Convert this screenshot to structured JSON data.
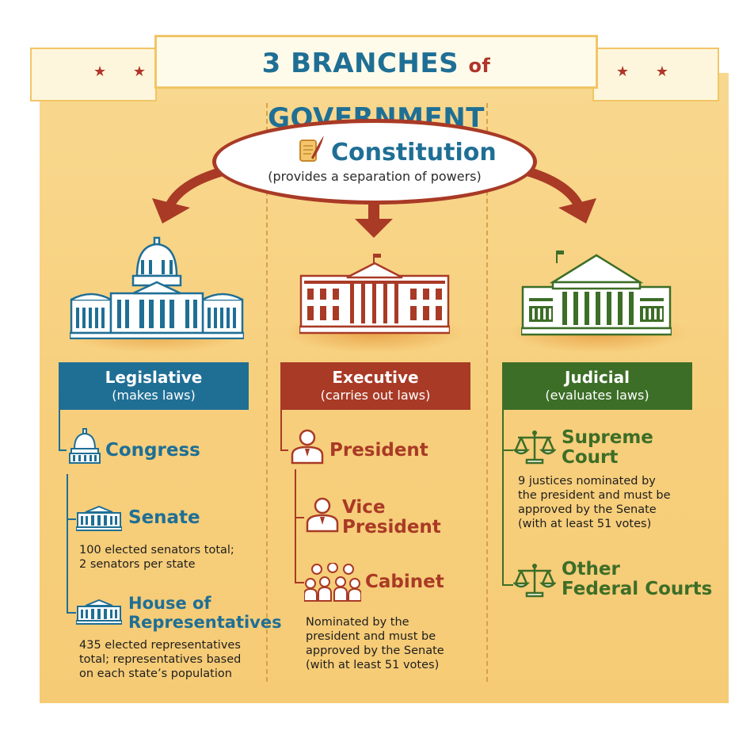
{
  "banner": {
    "title_part1": "3 BRANCHES",
    "title_of": "of",
    "title_part2": "GOVERNMENT",
    "stars_left": "★ ★",
    "stars_right": "★ ★"
  },
  "constitution": {
    "title": "Constitution",
    "subtitle": "(provides a separation of powers)"
  },
  "branches": {
    "legislative": {
      "name": "Legislative",
      "desc": "(makes laws)",
      "congress": "Congress",
      "senate": "Senate",
      "senate_note": [
        "100 elected senators total;",
        "2 senators per state"
      ],
      "house_line1": "House of",
      "house_line2": "Representatives",
      "house_note": [
        "435 elected representatives",
        "total; representatives based",
        "on each state’s population"
      ]
    },
    "executive": {
      "name": "Executive",
      "desc": "(carries out laws)",
      "president": "President",
      "vp_line1": "Vice",
      "vp_line2": "President",
      "cabinet": "Cabinet",
      "cabinet_note": [
        "Nominated by the",
        "president and must be",
        "approved by the Senate",
        "(with at least 51 votes)"
      ]
    },
    "judicial": {
      "name": "Judicial",
      "desc": "(evaluates laws)",
      "supreme_line1": "Supreme",
      "supreme_line2": "Court",
      "supreme_note": [
        "9 justices nominated by",
        "the president and must be",
        "approved by the Senate",
        "(with at least 51 votes)"
      ],
      "other_line1": "Other",
      "other_line2": "Federal Courts"
    }
  },
  "colors": {
    "legislative": "#1f6f95",
    "executive": "#a93a26",
    "judicial": "#3d6e27",
    "background": "#f7d27f"
  }
}
